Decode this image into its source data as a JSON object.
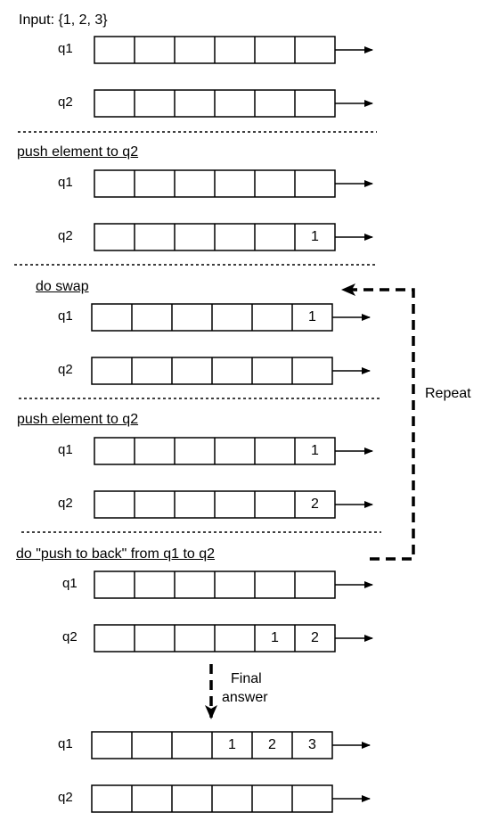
{
  "title": "Input: {1, 2, 3}",
  "steps": [
    {
      "heading": "",
      "queues": [
        {
          "name": "q1",
          "cells": [
            "",
            "",
            "",
            "",
            "",
            ""
          ]
        },
        {
          "name": "q2",
          "cells": [
            "",
            "",
            "",
            "",
            "",
            ""
          ]
        }
      ]
    },
    {
      "heading": "push element to q2",
      "queues": [
        {
          "name": "q1",
          "cells": [
            "",
            "",
            "",
            "",
            "",
            ""
          ]
        },
        {
          "name": "q2",
          "cells": [
            "",
            "",
            "",
            "",
            "",
            "1"
          ]
        }
      ]
    },
    {
      "heading": "do swap",
      "queues": [
        {
          "name": "q1",
          "cells": [
            "",
            "",
            "",
            "",
            "",
            "1"
          ]
        },
        {
          "name": "q2",
          "cells": [
            "",
            "",
            "",
            "",
            "",
            ""
          ]
        }
      ]
    },
    {
      "heading": "push element to q2",
      "queues": [
        {
          "name": "q1",
          "cells": [
            "",
            "",
            "",
            "",
            "",
            "1"
          ]
        },
        {
          "name": "q2",
          "cells": [
            "",
            "",
            "",
            "",
            "",
            "2"
          ]
        }
      ]
    },
    {
      "heading": "do \"push to back\" from q1 to q2",
      "queues": [
        {
          "name": "q1",
          "cells": [
            "",
            "",
            "",
            "",
            "",
            ""
          ]
        },
        {
          "name": "q2",
          "cells": [
            "",
            "",
            "",
            "",
            "1",
            "2"
          ]
        }
      ]
    },
    {
      "heading": "",
      "queues": [
        {
          "name": "q1",
          "cells": [
            "",
            "",
            "",
            "1",
            "2",
            "3"
          ]
        },
        {
          "name": "q2",
          "cells": [
            "",
            "",
            "",
            "",
            "",
            ""
          ]
        }
      ]
    }
  ],
  "repeat_label": "Repeat",
  "final_label_line1": "Final",
  "final_label_line2": "answer",
  "colors": {
    "stroke": "#000000",
    "background": "#ffffff"
  }
}
